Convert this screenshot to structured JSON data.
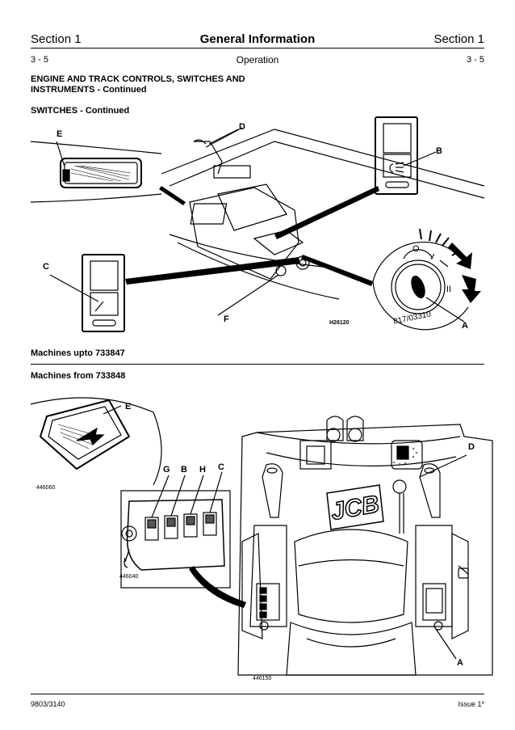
{
  "header": {
    "section_left": "Section 1",
    "title": "General  Information",
    "section_right": "Section 1",
    "page_left": "3 - 5",
    "subtitle": "Operation",
    "page_right": "3 - 5"
  },
  "content": {
    "heading": "ENGINE AND TRACK CONTROLS, SWITCHES AND INSTRUMENTS - Continued",
    "heading_line1": "ENGINE AND TRACK CONTROLS, SWITCHES AND",
    "heading_line2": "INSTRUMENTS - Continued",
    "subheading": "SWITCHES - Continued",
    "machines_upto": "Machines upto 733847",
    "machines_from": "Machines from 733848"
  },
  "figure1": {
    "labels": {
      "A": "A",
      "B": "B",
      "C": "C",
      "D": "D",
      "E": "E",
      "F": "F"
    },
    "ref": "H26120",
    "key_code": "817/03310",
    "key_pos_0": "O",
    "key_pos_1": "I",
    "key_pos_2": "II"
  },
  "figure2": {
    "labels": {
      "A": "A",
      "C": "C",
      "D": "D",
      "E": "E",
      "G": "G",
      "B": "B",
      "H": "H"
    },
    "ref_detail_e": "446060",
    "ref_detail_switches": "446040",
    "ref_main": "446150",
    "logo_text": "JCB"
  },
  "footer": {
    "doc_number": "9803/3140",
    "issue": "Issue  1*"
  }
}
